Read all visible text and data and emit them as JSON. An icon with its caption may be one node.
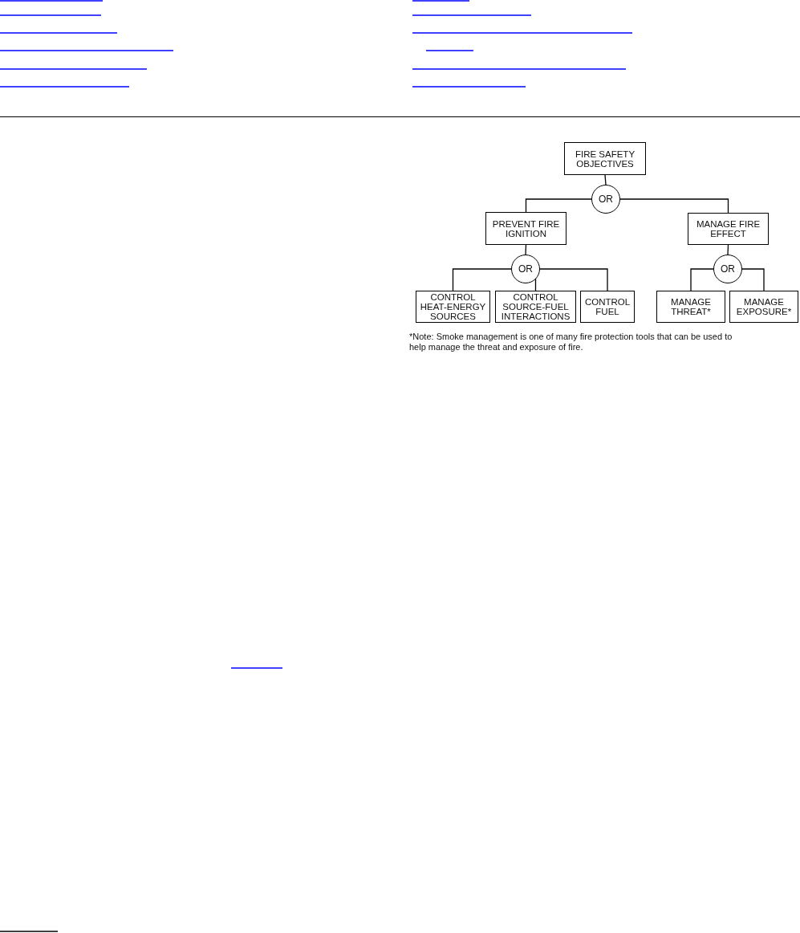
{
  "diagram": {
    "nodes": [
      {
        "text": [
          "FIRE SAFETY OBJECTIVES"
        ]
      },
      {
        "text": [
          "OR"
        ]
      },
      {
        "text": [
          "PREVENT FIRE IGNITION"
        ]
      },
      {
        "text": [
          "MANAGE FIRE EFFECT"
        ]
      },
      {
        "text": [
          "OR"
        ]
      },
      {
        "text": [
          "OR"
        ]
      },
      {
        "text": [
          "CONTROL HEAT-ENERGY SOURCES"
        ]
      },
      {
        "text": [
          "CONTROL SOURCE-FUEL INTERACTIONS"
        ]
      },
      {
        "text": [
          "CONTROL FUEL"
        ]
      },
      {
        "text": [
          "MANAGE THREAT*"
        ]
      },
      {
        "text": [
          "MANAGE EXPOSURE*"
        ]
      }
    ],
    "edges": [
      {
        "from": 0,
        "to": 1,
        "arrow": "none"
      },
      {
        "from": 1,
        "to": 2,
        "arrow": "none"
      },
      {
        "from": 1,
        "to": 3,
        "arrow": "none"
      },
      {
        "from": 2,
        "to": 4,
        "arrow": "none"
      },
      {
        "from": 4,
        "to": 6,
        "arrow": "none"
      },
      {
        "from": 4,
        "to": 7,
        "arrow": "none"
      },
      {
        "from": 4,
        "to": 8,
        "arrow": "none"
      },
      {
        "from": 3,
        "to": 5,
        "arrow": "none"
      },
      {
        "from": 5,
        "to": 9,
        "arrow": "none"
      },
      {
        "from": 5,
        "to": 10,
        "arrow": "none"
      }
    ],
    "labels": [
      "*Note: Smoke management is one of many fire protection tools that can be used to help manage the threat and exposure of fire."
    ]
  }
}
